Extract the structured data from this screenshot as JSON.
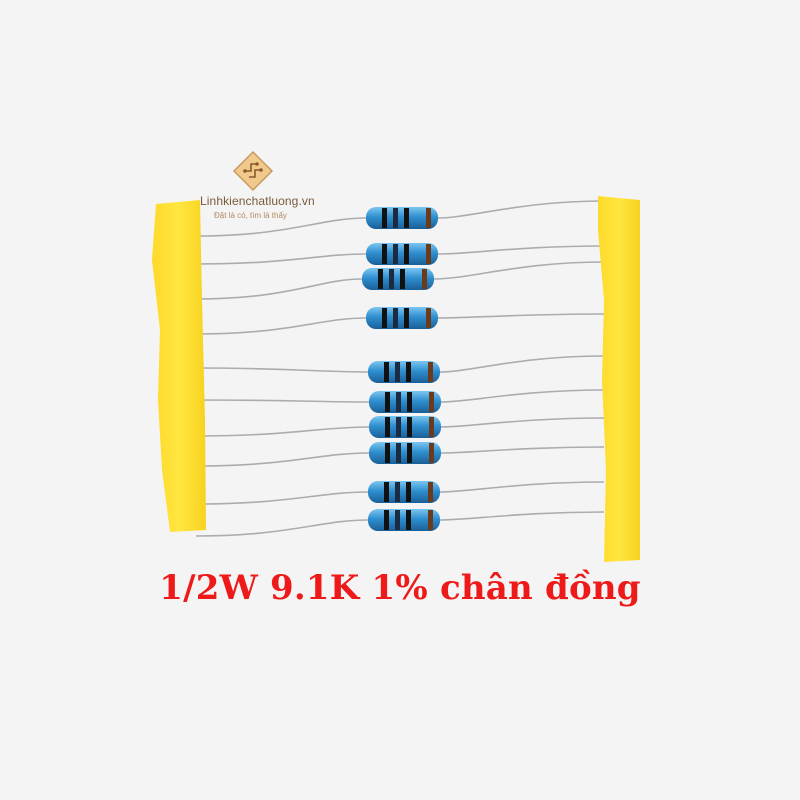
{
  "logo": {
    "icon": "circuit-diamond-icon",
    "name": "Linhkienchatluong.vn",
    "tagline": "Đặt là có, tìm là thấy",
    "color": "#7a5a3a"
  },
  "caption": {
    "text": "1/2W 9.1K 1% chân đồng",
    "color": "#ee1a1a"
  },
  "colors": {
    "tape": "#ffe033",
    "resistor_body": "#2f8fd0",
    "background": "#f4f4f4"
  },
  "resistors": [
    {
      "bands": [
        "#111111",
        "#1b2b44",
        "#111111",
        "#6b3b1e"
      ]
    },
    {
      "bands": [
        "#111111",
        "#1b2b44",
        "#111111",
        "#6b3b1e"
      ]
    },
    {
      "bands": [
        "#111111",
        "#1b2b44",
        "#111111",
        "#6b3b1e"
      ]
    },
    {
      "bands": [
        "#111111",
        "#1b2b44",
        "#111111",
        "#6b3b1e"
      ]
    },
    {
      "bands": [
        "#111111",
        "#1b2b44",
        "#111111",
        "#6b3b1e"
      ]
    },
    {
      "bands": [
        "#111111",
        "#1b2b44",
        "#111111",
        "#6b3b1e"
      ]
    },
    {
      "bands": [
        "#111111",
        "#1b2b44",
        "#111111",
        "#6b3b1e"
      ]
    },
    {
      "bands": [
        "#111111",
        "#1b2b44",
        "#111111",
        "#6b3b1e"
      ]
    },
    {
      "bands": [
        "#111111",
        "#1b2b44",
        "#111111",
        "#6b3b1e"
      ]
    },
    {
      "bands": [
        "#111111",
        "#1b2b44",
        "#111111",
        "#6b3b1e"
      ]
    }
  ]
}
